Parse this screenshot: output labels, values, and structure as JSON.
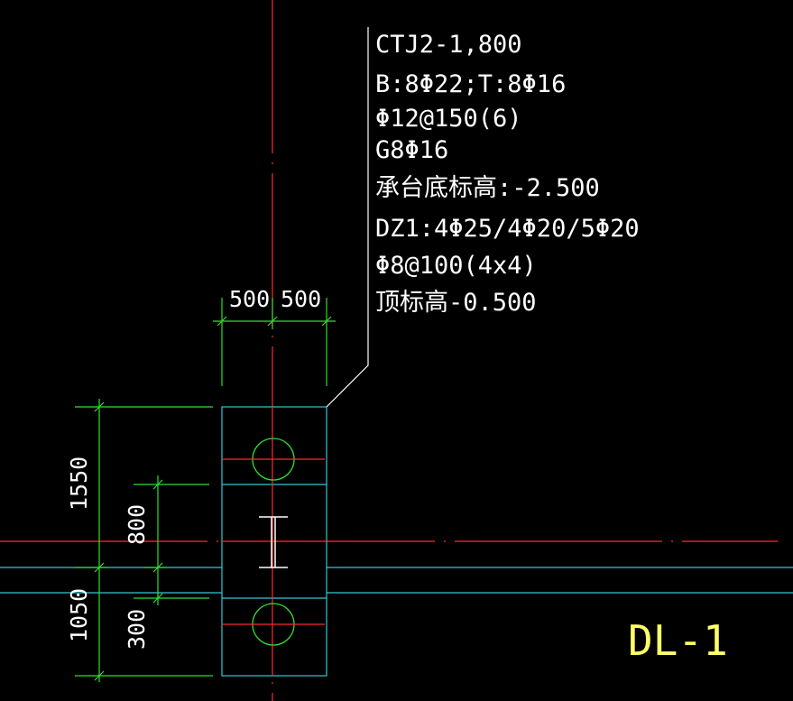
{
  "colors": {
    "background": "#000000",
    "axis": "#ff2a2a",
    "beam": "#33c7d6",
    "dimension": "#33dd33",
    "text": "#ffffff",
    "label": "#ffff66",
    "leader": "#ffffff"
  },
  "annotation": {
    "lines": [
      "CTJ2-1,800",
      "B:8Φ22;T:8Φ16",
      "Φ12@150(6)",
      "G8Φ16",
      "承台底标高:-2.500",
      "DZ1:4Φ25/4Φ20/5Φ20",
      "Φ8@100(4x4)",
      "顶标高-0.500"
    ]
  },
  "dimensions": {
    "top_left": "500",
    "top_right": "500",
    "left_upper": "1550",
    "left_lower": "1050",
    "inner_upper": "800",
    "inner_lower": "300"
  },
  "beam_label": "DL-1"
}
